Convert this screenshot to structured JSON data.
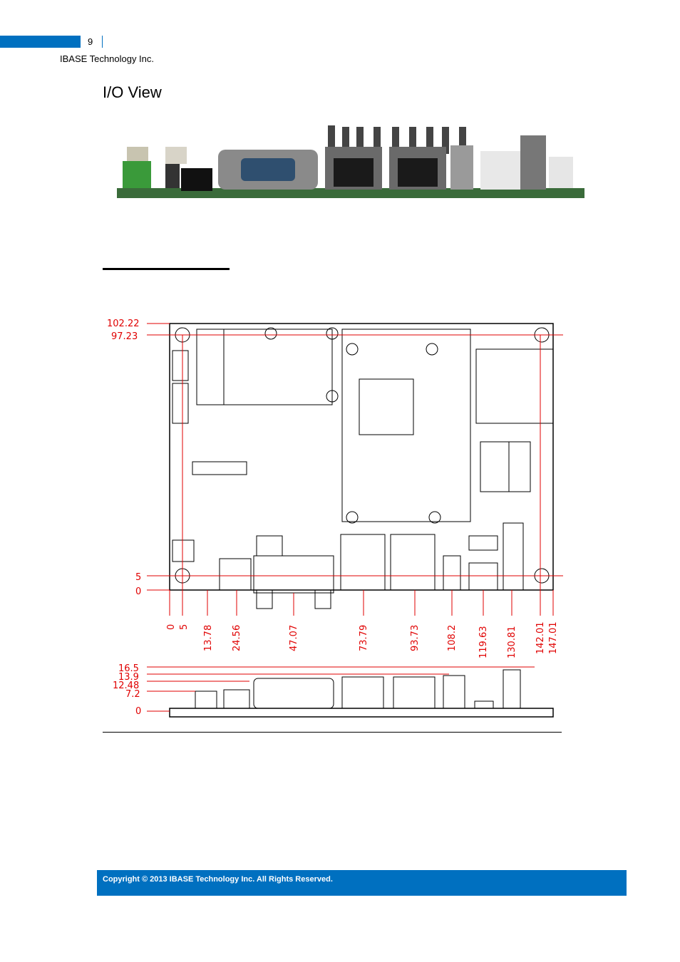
{
  "header": {
    "page_number": "9",
    "company": "IBASE Technology Inc."
  },
  "section_title": "I/O View",
  "top_view": {
    "y_labels": [
      "102.22",
      "97.23",
      "5",
      "0"
    ],
    "x_labels": [
      "0",
      "5",
      "13.78",
      "24.56",
      "47.07",
      "73.79",
      "93.73",
      "108.2",
      "119.63",
      "130.81",
      "142.01",
      "147.01"
    ]
  },
  "side_view": {
    "height_labels": [
      "16.5",
      "13.9",
      "12.48",
      "7.2",
      "0"
    ]
  },
  "footer": {
    "copyright": "Copyright © 2013 IBASE Technology Inc. All Rights Reserved."
  },
  "colors": {
    "accent": "#0070c0",
    "dimension": "#e00000"
  }
}
